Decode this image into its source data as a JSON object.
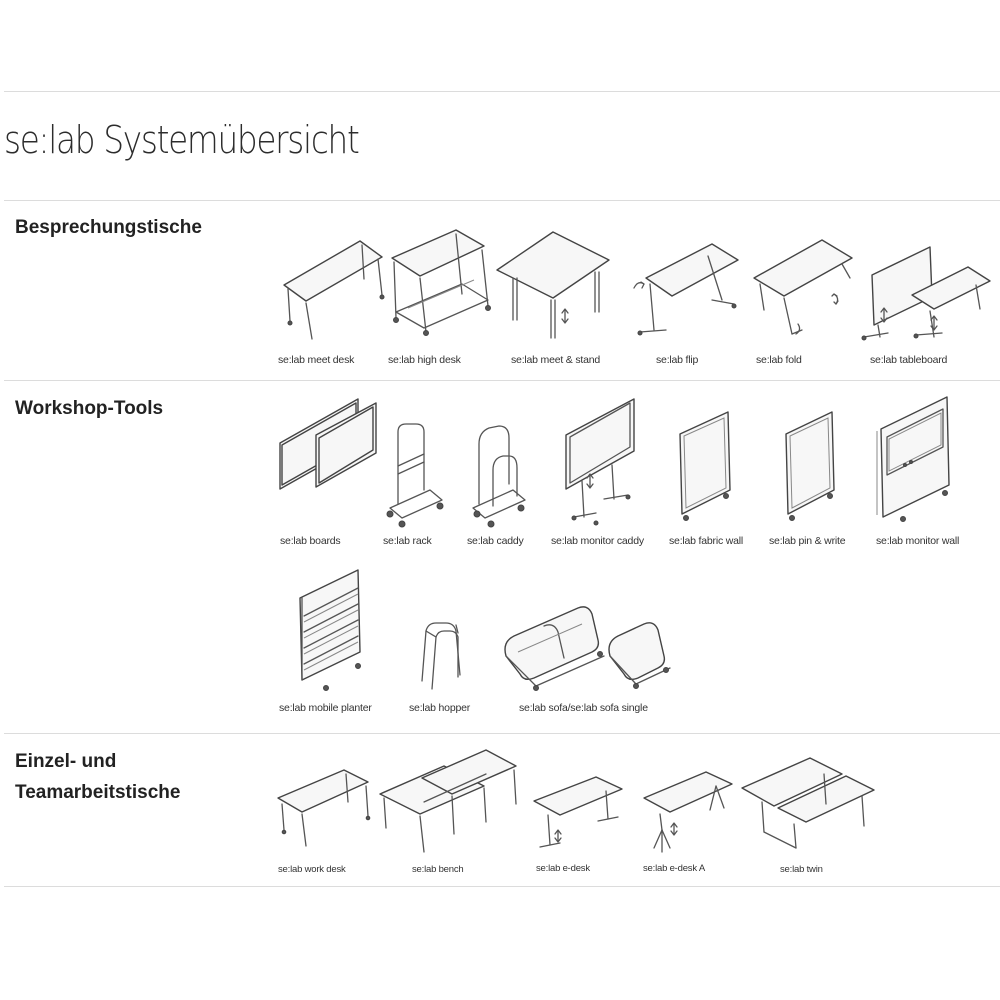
{
  "page": {
    "title": "se:lab Systemübersicht"
  },
  "sections": [
    {
      "heading": "Besprechungstische",
      "products": [
        {
          "name": "se:lab meet desk",
          "icon": "meet-desk-drawing"
        },
        {
          "name": "se:lab high desk",
          "icon": "high-desk-drawing"
        },
        {
          "name": "se:lab meet & stand",
          "icon": "meet-stand-drawing"
        },
        {
          "name": "se:lab flip",
          "icon": "flip-table-drawing"
        },
        {
          "name": "se:lab fold",
          "icon": "fold-table-drawing"
        },
        {
          "name": "se:lab tableboard",
          "icon": "tableboard-drawing"
        }
      ]
    },
    {
      "heading": "Workshop-Tools",
      "products": [
        {
          "name": "se:lab boards",
          "icon": "boards-drawing"
        },
        {
          "name": "se:lab rack",
          "icon": "rack-drawing"
        },
        {
          "name": "se:lab caddy",
          "icon": "caddy-drawing"
        },
        {
          "name": "se:lab monitor caddy",
          "icon": "monitor-caddy-drawing"
        },
        {
          "name": "se:lab fabric wall",
          "icon": "fabric-wall-drawing"
        },
        {
          "name": "se:lab pin & write",
          "icon": "pin-write-drawing"
        },
        {
          "name": "se:lab monitor wall",
          "icon": "monitor-wall-drawing"
        },
        {
          "name": "se:lab mobile planter",
          "icon": "mobile-planter-drawing"
        },
        {
          "name": "se:lab hopper",
          "icon": "hopper-drawing"
        },
        {
          "name": "se:lab sofa/se:lab sofa single",
          "icon": "sofa-drawing"
        }
      ]
    },
    {
      "heading": "Einzel- und\nTeamarbeitstische",
      "heading_lines": [
        "Einzel- und",
        "Teamarbeitstische"
      ],
      "products": [
        {
          "name": "se:lab work desk",
          "icon": "work-desk-drawing"
        },
        {
          "name": "se:lab bench",
          "icon": "bench-drawing"
        },
        {
          "name": "se:lab e-desk",
          "icon": "e-desk-drawing"
        },
        {
          "name": "se:lab e-desk A",
          "icon": "e-desk-a-drawing"
        },
        {
          "name": "se:lab twin",
          "icon": "twin-desk-drawing"
        }
      ]
    }
  ]
}
